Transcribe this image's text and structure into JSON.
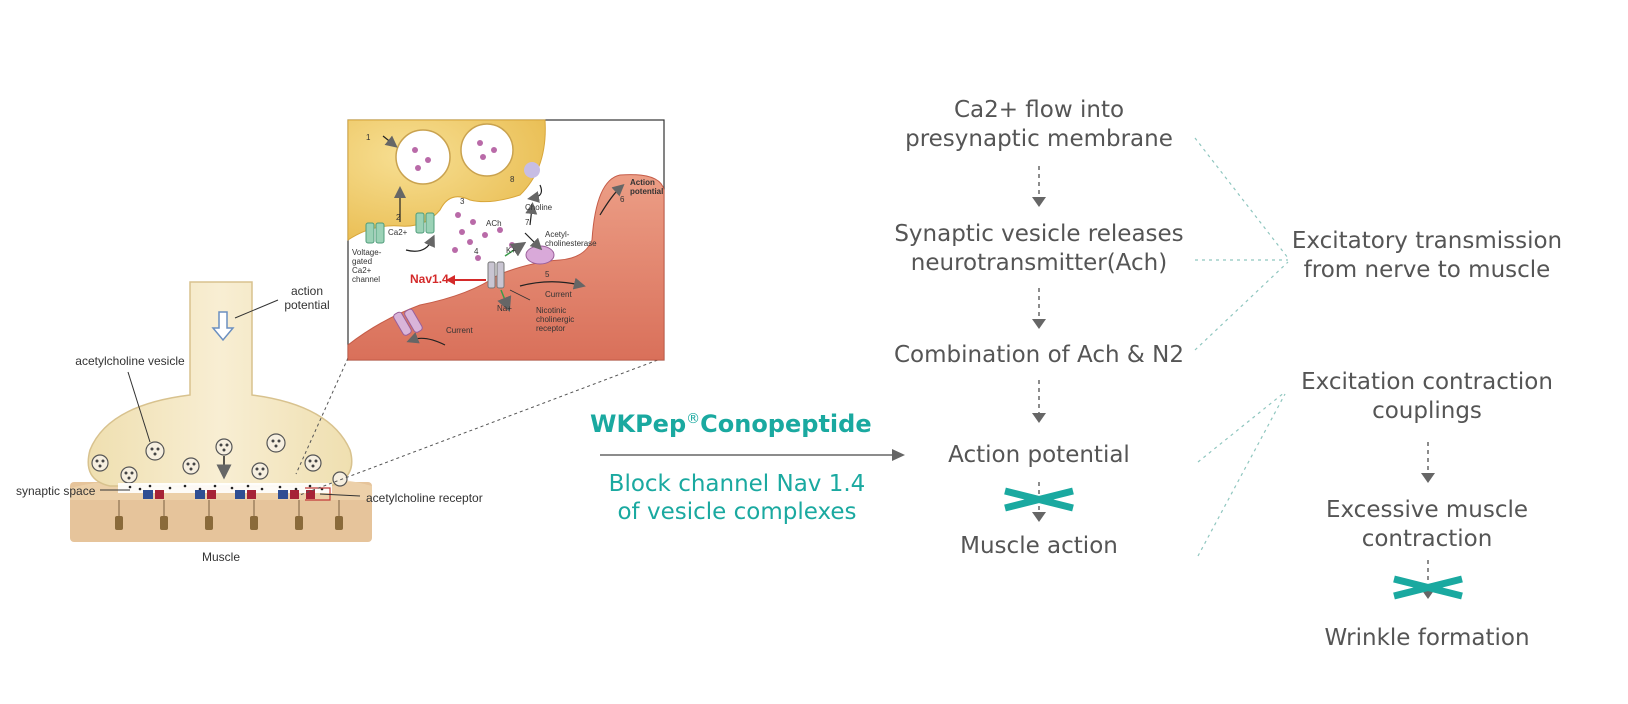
{
  "labels": {
    "action_potential": "action potential",
    "ach_vesicle": "acetylcholine vesicle",
    "synaptic_space": "synaptic space",
    "ach_receptor": "acetylcholine receptor",
    "muscle": "Muscle"
  },
  "inset": {
    "ach": "ACh",
    "choline": "Choline",
    "action_potential": "Action potential",
    "acetylcholinesterase": "Acetyl-cholinesterase",
    "voltage_channel": "Voltage-gated Ca2+ channel",
    "ca": "Ca2+",
    "k": "K+",
    "na": "Na+",
    "nav": "Nav1.4",
    "current1": "Current",
    "current2": "Current",
    "nicotinic": "Nicotinic cholinergic receptor",
    "steps": [
      "1",
      "2",
      "3",
      "4",
      "5",
      "6",
      "7",
      "8"
    ]
  },
  "wkpep": {
    "brand": "WKPep",
    "reg": "®",
    "product": "Conopeptide",
    "sub_line1": "Block channel Nav 1.4",
    "sub_line2": "of vesicle complexes"
  },
  "flow": {
    "step1": [
      "Ca2+ flow into",
      "presynaptic membrane"
    ],
    "step2": [
      "Synaptic vesicle releases",
      "neurotransmitter(Ach)"
    ],
    "step3": "Combination of Ach & N2",
    "step4": "Action potential",
    "step5": "Muscle action",
    "excitatory": [
      "Excitatory transmission",
      "from nerve to muscle"
    ],
    "coupling": [
      "Excitation contraction",
      "couplings"
    ],
    "excessive": [
      "Excessive muscle",
      "contraction"
    ],
    "wrinkle": "Wrinkle formation"
  },
  "colors": {
    "teal": "#1aa9a0",
    "text_gray": "#555555",
    "nerve": "#f2e4bd",
    "muscle": "#e8c9a2",
    "inset_yellow": "#f3d27a",
    "inset_red": "#e88d74",
    "nav_red": "#d42a2a"
  }
}
